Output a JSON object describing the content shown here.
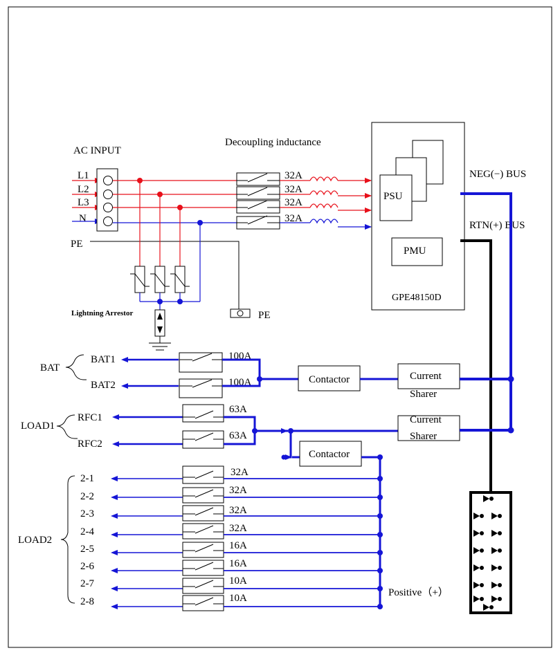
{
  "diagram": {
    "ac_input": "AC INPUT",
    "decoupling": "Decoupling inductance",
    "phases": [
      "L1",
      "L2",
      "L3",
      "N"
    ],
    "pe": "PE",
    "pe_ground": "PE",
    "lightning_arrestor": "Lightning Arrestor",
    "breakers_ac": [
      "32A",
      "32A",
      "32A",
      "32A"
    ],
    "psu": "PSU",
    "pmu": "PMU",
    "model": "GPE48150D",
    "neg_bus": "NEG(−) BUS",
    "rtn_bus": "RTN(+) BUS",
    "bat": {
      "group": "BAT",
      "items": [
        "BAT1",
        "BAT2"
      ],
      "ratings": [
        "100A",
        "100A"
      ]
    },
    "load1": {
      "group": "LOAD1",
      "items": [
        "RFC1",
        "RFC2"
      ],
      "ratings": [
        "63A",
        "63A"
      ]
    },
    "contactor_1": "Contactor",
    "contactor_2": "Contactor",
    "current_sharer_1": [
      "Current",
      "Sharer"
    ],
    "current_sharer_2": [
      "Current",
      "Sharer"
    ],
    "load2": {
      "group": "LOAD2",
      "items": [
        "2-1",
        "2-2",
        "2-3",
        "2-4",
        "2-5",
        "2-6",
        "2-7",
        "2-8"
      ],
      "ratings": [
        "32A",
        "32A",
        "32A",
        "32A",
        "16A",
        "16A",
        "10A",
        "10A"
      ]
    },
    "positive": "Positive（+）",
    "colors": {
      "red": "#e8101a",
      "blue": "#1515d6",
      "black": "#000000"
    }
  }
}
